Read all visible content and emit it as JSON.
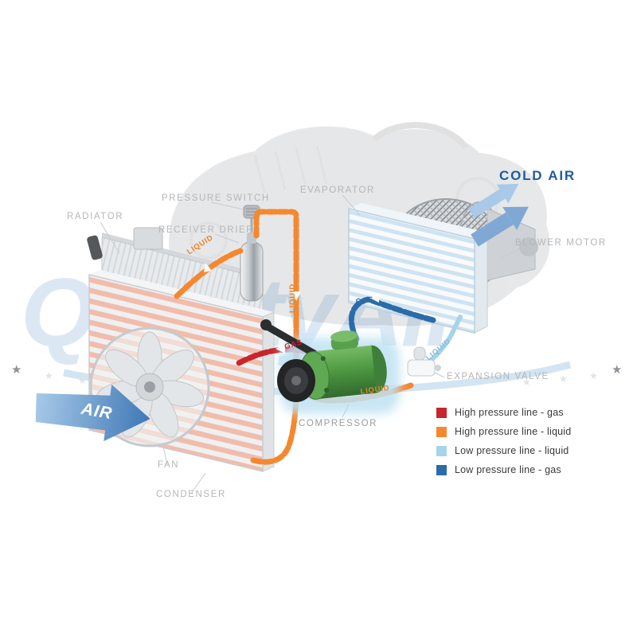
{
  "watermark": {
    "text": "QualityAir"
  },
  "component_labels": {
    "radiator": "RADIATOR",
    "pressure_switch": "PRESSURE SWITCH",
    "receiver_drier": "RECEIVER DRIER",
    "evaporator": "EVAPORATOR",
    "cold_air": "COLD AIR",
    "blower_motor": "BLOWER MOTOR",
    "expansion_valve": "EXPANSION VALVE",
    "compressor": "COMPRESSOR",
    "fan": "FAN",
    "condenser": "CONDENSER",
    "air": "AIR"
  },
  "pipe_labels": {
    "liquid_to_drier": "LIQUID",
    "liquid_down": "LIQUID",
    "gas_high_pressure": "GAS",
    "gas_low_pressure": "GAS",
    "liquid_low_pressure": "LIQUID",
    "liquid_to_valve": "LIQUID"
  },
  "legend": {
    "items": [
      {
        "label": "High pressure line - gas",
        "color": "#c9252c"
      },
      {
        "label": "High pressure line - liquid",
        "color": "#f5882f"
      },
      {
        "label": "Low pressure line - liquid",
        "color": "#a6d4e8"
      },
      {
        "label": "Low pressure line - gas",
        "color": "#2a6ca9"
      }
    ]
  }
}
